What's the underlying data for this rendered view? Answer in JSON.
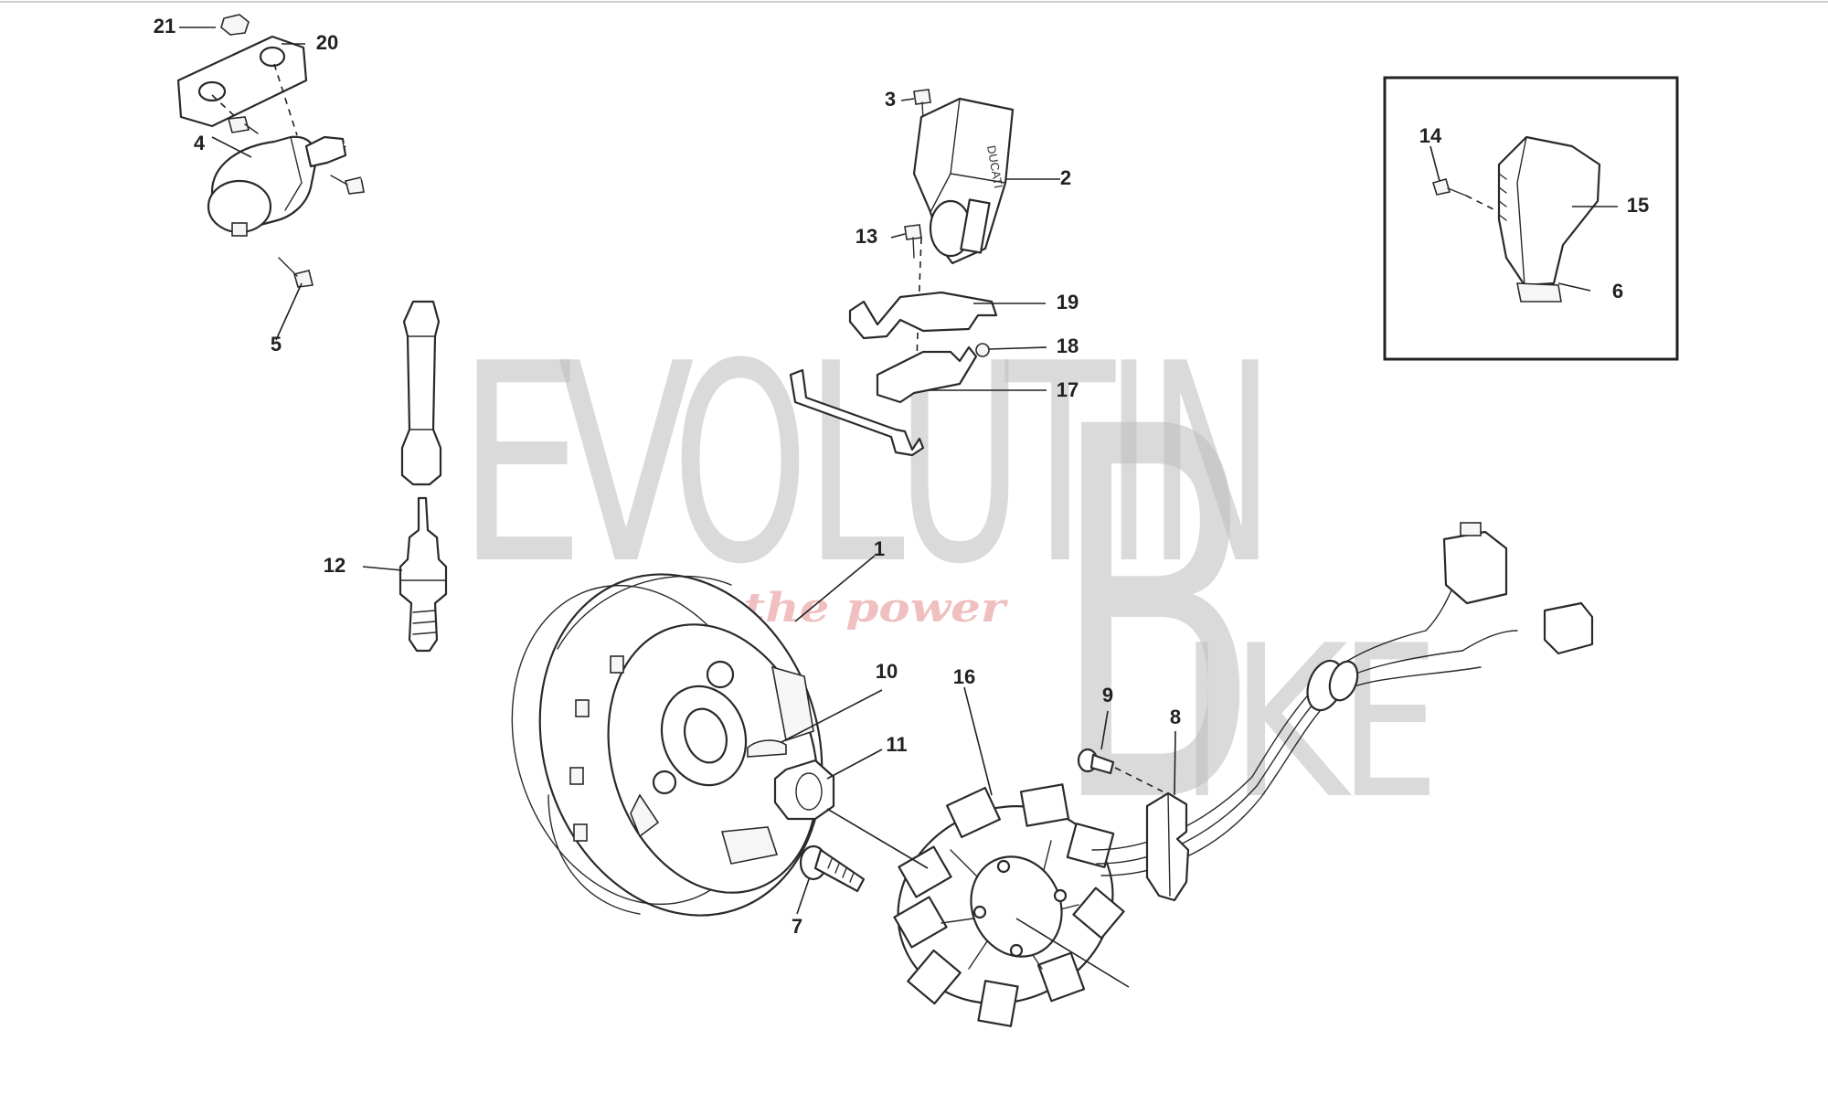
{
  "diagram": {
    "callouts": {
      "c1": "1",
      "c2": "2",
      "c3": "3",
      "c4": "4",
      "c5": "5",
      "c6": "6",
      "c7": "7",
      "c8": "8",
      "c9": "9",
      "c10": "10",
      "c11": "11",
      "c12": "12",
      "c13": "13",
      "c14": "14",
      "c15": "15",
      "c16": "16",
      "c17": "17",
      "c18": "18",
      "c19": "19",
      "c20": "20",
      "c21": "21"
    },
    "parts": {
      "cdi_unit_brand": "DUCATI"
    }
  },
  "watermark": {
    "E": "E",
    "V": "V",
    "O": "O",
    "L": "L",
    "U": "U",
    "T": "T",
    "I": "I",
    "B": "B",
    "N": "N",
    "I2": "I",
    "K": "K",
    "E2": "E",
    "tagline": "ride the power"
  }
}
